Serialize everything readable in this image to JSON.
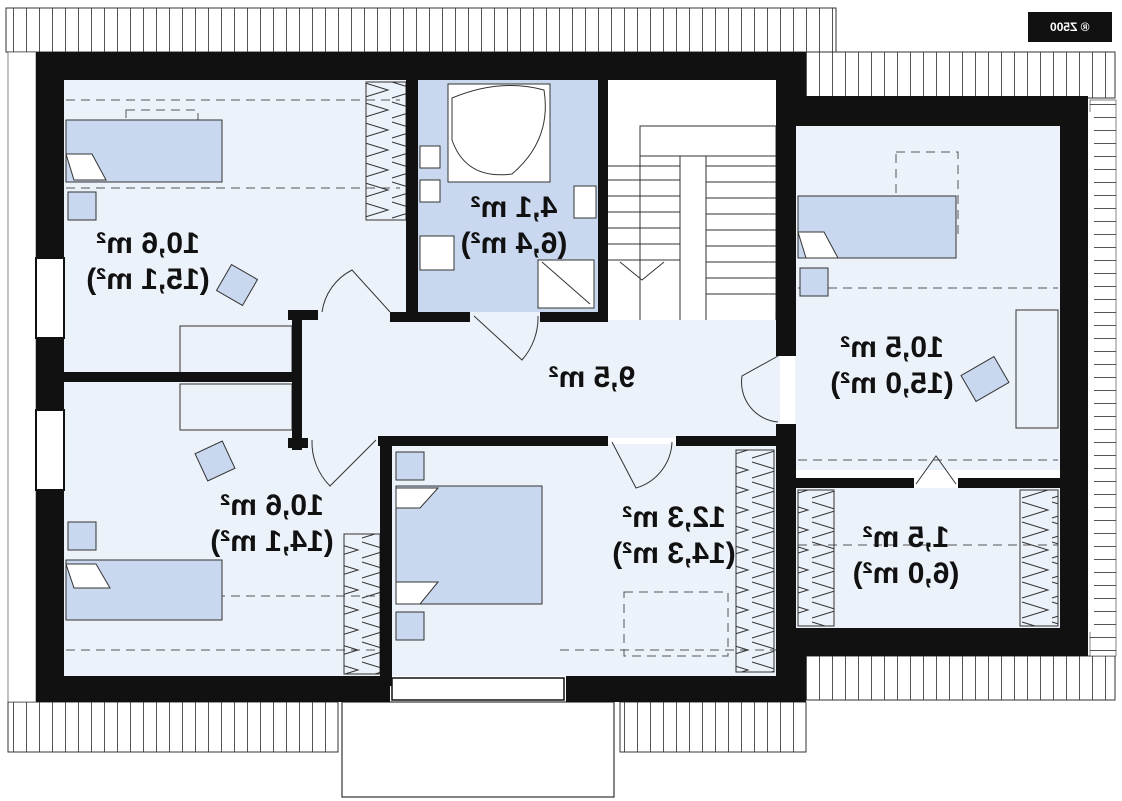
{
  "badge": {
    "text": "® Z500"
  },
  "rooms": [
    {
      "id": "bedroom-top-left",
      "area": "10,6 m²",
      "area_total": "(15,1 m²)"
    },
    {
      "id": "bathroom",
      "area": "4,1 m²",
      "area_total": "(6,4 m²)"
    },
    {
      "id": "hall",
      "area": "9,5 m²"
    },
    {
      "id": "bedroom-right",
      "area": "10,5 m²",
      "area_total": "(15,0 m²)"
    },
    {
      "id": "bedroom-bottom-left",
      "area": "10,6 m²",
      "area_total": "(14,1 m²)"
    },
    {
      "id": "bedroom-main",
      "area": "12,3 m²",
      "area_total": "(14,3 m²)"
    },
    {
      "id": "wardrobe",
      "area": "1,5 m²",
      "area_total": "(6,0 m²)"
    }
  ],
  "colors": {
    "wall": "#111111",
    "floor": "#ecf2fa",
    "furniture": "#c9d8ef",
    "line": "#2a2a2a"
  }
}
